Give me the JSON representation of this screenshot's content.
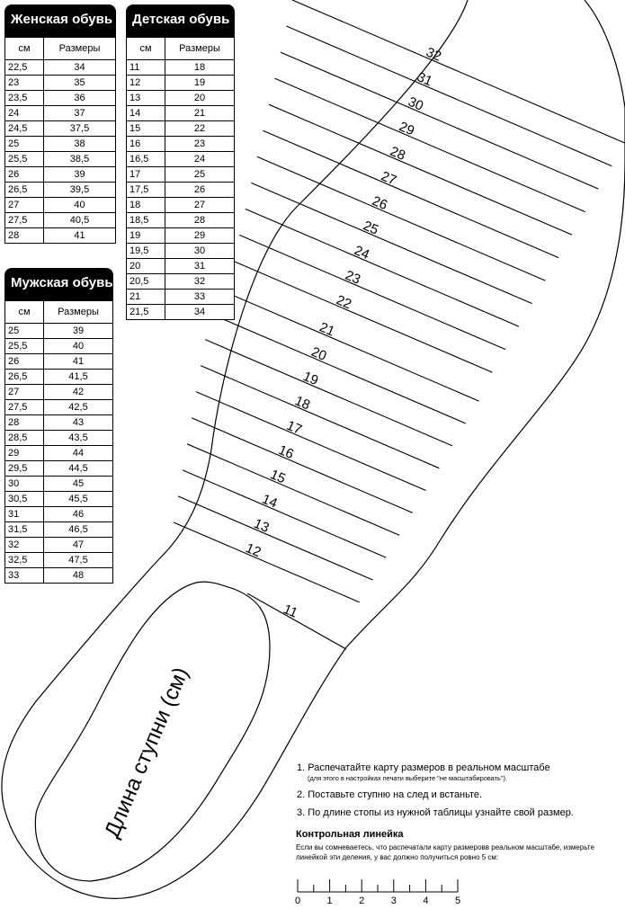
{
  "women": {
    "title": "Женская обувь",
    "col_cm": "см",
    "col_size": "Размеры",
    "rows": [
      [
        "22,5",
        "34"
      ],
      [
        "23",
        "35"
      ],
      [
        "23,5",
        "36"
      ],
      [
        "24",
        "37"
      ],
      [
        "24,5",
        "37,5"
      ],
      [
        "25",
        "38"
      ],
      [
        "25,5",
        "38,5"
      ],
      [
        "26",
        "39"
      ],
      [
        "26,5",
        "39,5"
      ],
      [
        "27",
        "40"
      ],
      [
        "27,5",
        "40,5"
      ],
      [
        "28",
        "41"
      ]
    ]
  },
  "kids": {
    "title": "Детская обувь",
    "col_cm": "см",
    "col_size": "Размеры",
    "rows": [
      [
        "11",
        "18"
      ],
      [
        "12",
        "19"
      ],
      [
        "13",
        "20"
      ],
      [
        "14",
        "21"
      ],
      [
        "15",
        "22"
      ],
      [
        "16",
        "23"
      ],
      [
        "16,5",
        "24"
      ],
      [
        "17",
        "25"
      ],
      [
        "17,5",
        "26"
      ],
      [
        "18",
        "27"
      ],
      [
        "18,5",
        "28"
      ],
      [
        "19",
        "29"
      ],
      [
        "19,5",
        "30"
      ],
      [
        "20",
        "31"
      ],
      [
        "20,5",
        "32"
      ],
      [
        "21",
        "33"
      ],
      [
        "21,5",
        "34"
      ]
    ]
  },
  "men": {
    "title": "Мужская обувь",
    "col_cm": "см",
    "col_size": "Размеры",
    "rows": [
      [
        "25",
        "39"
      ],
      [
        "25,5",
        "40"
      ],
      [
        "26",
        "41"
      ],
      [
        "26,5",
        "41,5"
      ],
      [
        "27",
        "42"
      ],
      [
        "27,5",
        "42,5"
      ],
      [
        "28",
        "43"
      ],
      [
        "28,5",
        "43,5"
      ],
      [
        "29",
        "44"
      ],
      [
        "29,5",
        "44,5"
      ],
      [
        "30",
        "45"
      ],
      [
        "30,5",
        "45,5"
      ],
      [
        "31",
        "46"
      ],
      [
        "31,5",
        "46,5"
      ],
      [
        "32",
        "47"
      ],
      [
        "32,5",
        "47,5"
      ],
      [
        "33",
        "48"
      ]
    ]
  },
  "foot": {
    "label": "Длина ступни (см)",
    "marks": [
      "11",
      "12",
      "13",
      "14",
      "15",
      "16",
      "17",
      "18",
      "19",
      "20",
      "21",
      "22",
      "23",
      "24",
      "25",
      "26",
      "27",
      "28",
      "29",
      "30",
      "31",
      "32"
    ]
  },
  "instructions": {
    "step1": "1. Распечатайте карту размеров в реальном масштабе",
    "step1_note": "(для этого в настройках печати выберите \"не масштабировать\").",
    "step2": "2. Поставьте ступню на след и встаньте.",
    "step3": "3. По длине стопы из нужной таблицы узнайте свой размер."
  },
  "ruler": {
    "title": "Контрольная линейка",
    "description": "Если вы сомневаетесь, что распечатали карту размеровв реальном масштабе, измерьте линейкой эти деления,  у вас должно получиться ровно 5 см:",
    "numbers": [
      "0",
      "1",
      "2",
      "3",
      "4",
      "5"
    ]
  }
}
